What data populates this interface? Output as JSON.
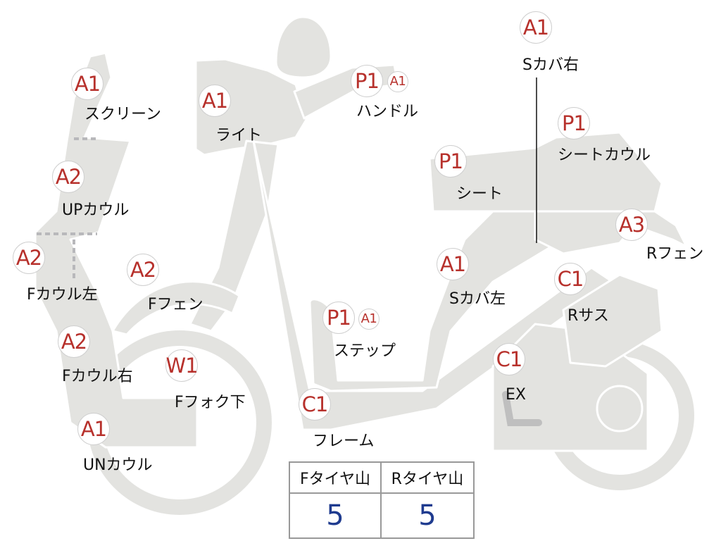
{
  "parts": [
    {
      "id": "screen",
      "grade": "A1",
      "label": "スクリーン"
    },
    {
      "id": "up-cowl",
      "grade": "A2",
      "label": "UPカウル"
    },
    {
      "id": "f-cowl-left",
      "grade": "A2",
      "label": "Fカウル左"
    },
    {
      "id": "f-cowl-right",
      "grade": "A2",
      "label": "Fカウル右"
    },
    {
      "id": "un-cowl",
      "grade": "A1",
      "label": "UNカウル"
    },
    {
      "id": "light",
      "grade": "A1",
      "label": "ライト"
    },
    {
      "id": "f-fender",
      "grade": "A2",
      "label": "Fフェン"
    },
    {
      "id": "f-fork-lower",
      "grade": "W1",
      "label": "Fフォク下"
    },
    {
      "id": "handle",
      "grade": "P1",
      "grade2": "A1",
      "label": "ハンドル"
    },
    {
      "id": "step",
      "grade": "P1",
      "grade2": "A1",
      "label": "ステップ"
    },
    {
      "id": "frame",
      "grade": "C1",
      "label": "フレーム"
    },
    {
      "id": "s-cover-right",
      "grade": "A1",
      "label": "Sカバ右"
    },
    {
      "id": "seat-cowl",
      "grade": "P1",
      "label": "シートカウル"
    },
    {
      "id": "seat",
      "grade": "P1",
      "label": "シート"
    },
    {
      "id": "s-cover-left",
      "grade": "A1",
      "label": "Sカバ左"
    },
    {
      "id": "r-fender",
      "grade": "A3",
      "label": "Rフェン"
    },
    {
      "id": "r-sus",
      "grade": "C1",
      "label": "Rサス"
    },
    {
      "id": "ex",
      "grade": "C1",
      "label": "EX"
    }
  ],
  "tire_tread": {
    "front_label": "Fタイヤ山",
    "rear_label": "Rタイヤ山",
    "front_value": "5",
    "rear_value": "5"
  },
  "colors": {
    "body_fill": "#e3e3e0",
    "outline": "#ffffff",
    "grade_text": "#b7312c",
    "value_text": "#1f3b8f"
  }
}
